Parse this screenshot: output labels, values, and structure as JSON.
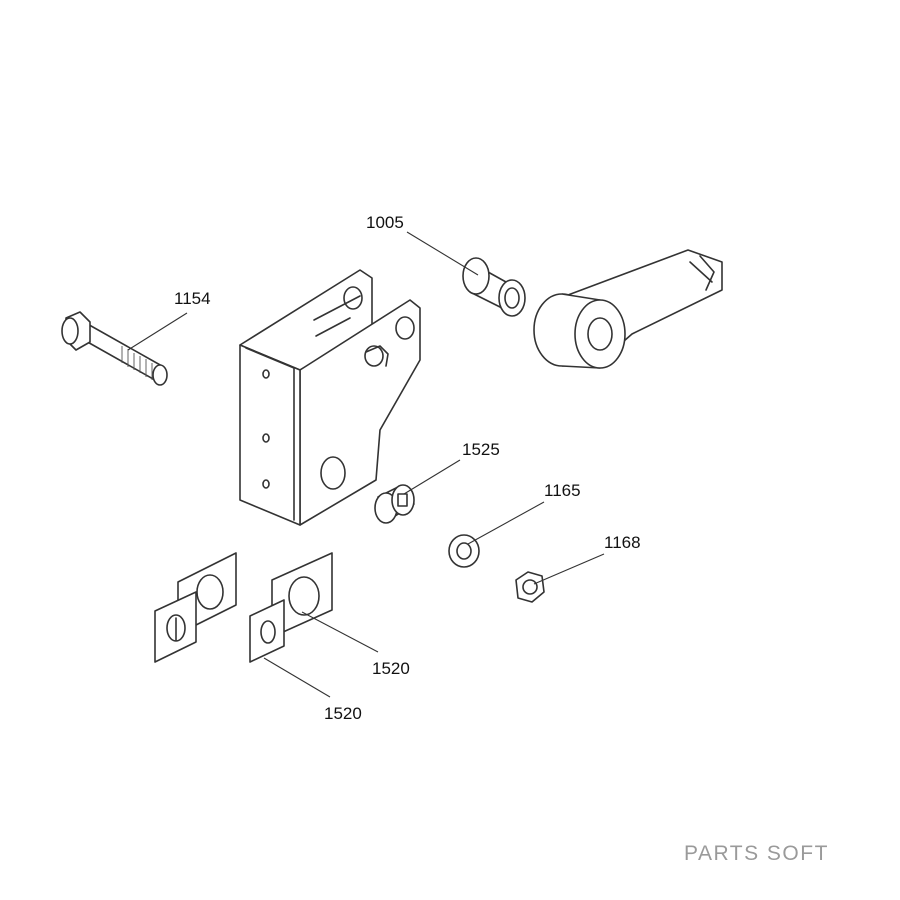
{
  "parts": [
    {
      "id": "1005"
    },
    {
      "id": "1154"
    },
    {
      "id": "1525"
    },
    {
      "id": "1165"
    },
    {
      "id": "1168"
    },
    {
      "id": "1520"
    },
    {
      "id": "1520"
    }
  ],
  "watermark": "PARTS SOFT",
  "colors": {
    "line": "#333333",
    "watermark": "#9a9a9a"
  }
}
